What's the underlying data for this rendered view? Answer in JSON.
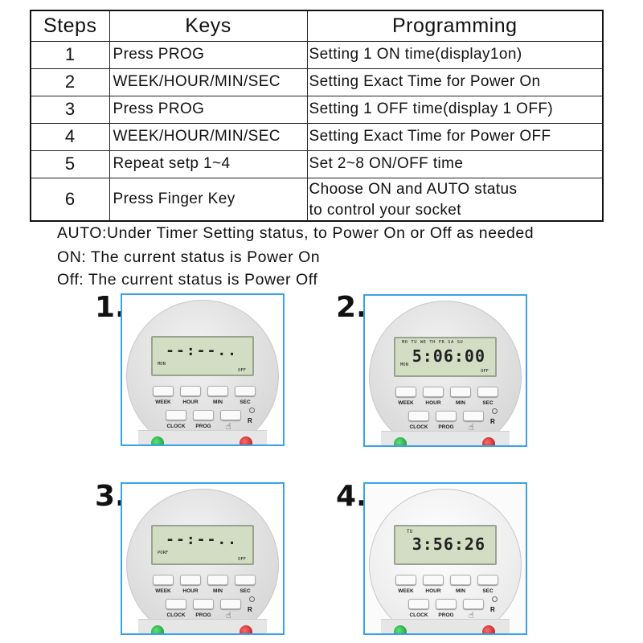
{
  "table": {
    "headers": [
      "Steps",
      "Keys",
      "Programming"
    ],
    "rows": [
      {
        "step": "1",
        "key": "Press PROG",
        "prog": [
          "Setting 1 ON time(display1on)"
        ]
      },
      {
        "step": "2",
        "key": "WEEK/HOUR/MIN/SEC",
        "prog": [
          "Setting Exact Time for Power On"
        ]
      },
      {
        "step": "3",
        "key": "Press PROG",
        "prog": [
          "Setting 1 OFF time(display 1 OFF)"
        ]
      },
      {
        "step": "4",
        "key": "WEEK/HOUR/MIN/SEC",
        "prog": [
          "Setting Exact Time for Power OFF"
        ]
      },
      {
        "step": "5",
        "key": "Repeat setp 1~4",
        "prog": [
          "Set 2~8 ON/OFF time"
        ]
      },
      {
        "step": "6",
        "key": "Press Finger Key",
        "prog": [
          "Choose ON and AUTO status",
          "to control your socket"
        ]
      }
    ]
  },
  "notes": {
    "auto": "AUTO:Under Timer Setting status, to Power On or Off as needed",
    "on": "ON: The current status is Power On",
    "off": "Off: The current status is Power Off"
  },
  "panels": [
    {
      "number": "1.",
      "display": "--:--..",
      "days": "",
      "day": "",
      "status_left": "MON",
      "status_right": "OFF"
    },
    {
      "number": "2.",
      "display": "5:06:00",
      "days": "MO TU WE TH FR SA SU",
      "day": "",
      "status_left": "MON",
      "status_right": "OFF"
    },
    {
      "number": "3.",
      "display": "--:--..",
      "days": "",
      "day": "",
      "status_left": "PORF",
      "status_right": "OFF"
    },
    {
      "number": "4.",
      "display": "3:56:26",
      "days": "",
      "day": "TU",
      "status_left": "",
      "status_right": ""
    }
  ],
  "buttons": {
    "week": "WEEK",
    "hour": "HOUR",
    "min": "MIN",
    "sec": "SEC",
    "clock": "CLOCK",
    "prog": "PROG",
    "reset": "R"
  },
  "colors": {
    "panel_border": "#3aa3e6",
    "lcd": "#d3ddc4",
    "led_on": "#0a8a2a",
    "led_off": "#a10d0d"
  }
}
